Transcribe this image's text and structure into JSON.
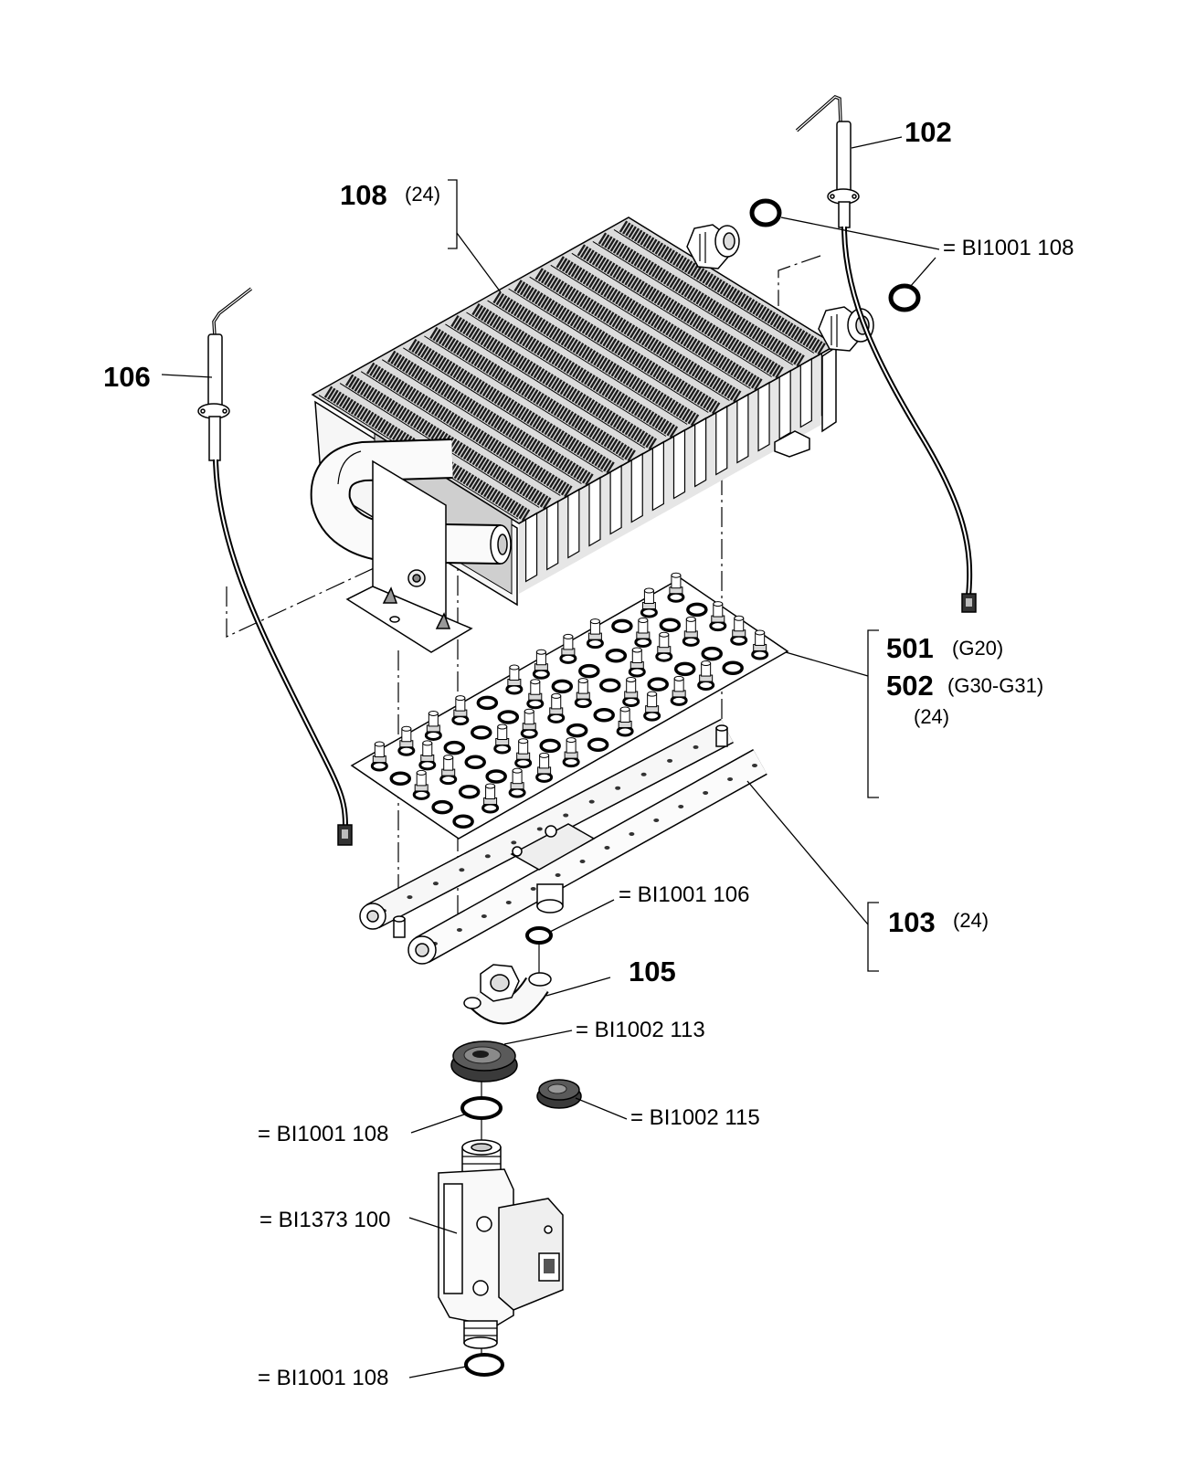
{
  "callouts": {
    "p102": "102",
    "p108": "108",
    "p108_qty": "(24)",
    "p106": "106",
    "p501": "501",
    "p501_gas": "(G20)",
    "p502": "502",
    "p502_gas": "(G30-G31)",
    "p501_502_qty": "(24)",
    "p103": "103",
    "p103_qty": "(24)",
    "p105": "105"
  },
  "references": {
    "seal_exchanger": "= BI1001 108",
    "seal_rail": "= BI1001 106",
    "grommet_large": "= BI1002 113",
    "grommet_small": "= BI1002 115",
    "seal_valve_top": "= BI1001 108",
    "gas_valve": "= BI1373 100",
    "seal_valve_bottom": "= BI1001 108"
  }
}
